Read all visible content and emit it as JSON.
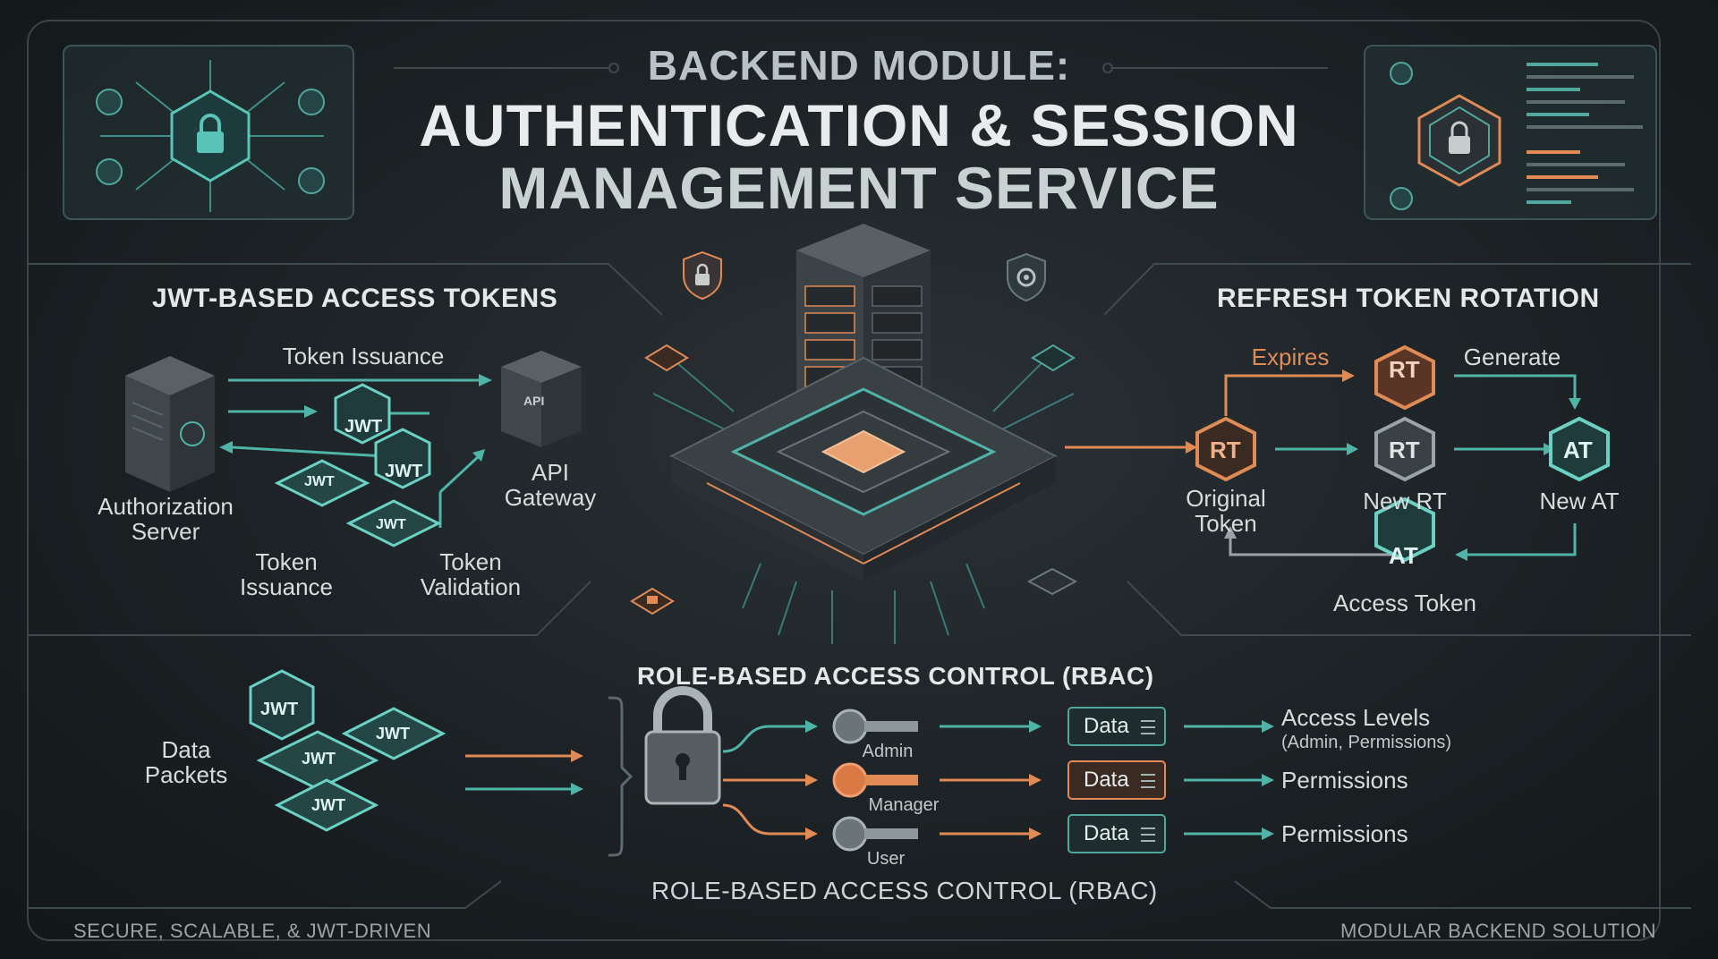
{
  "title": {
    "line1": "BACKEND MODULE:",
    "line2": "AUTHENTICATION & SESSION",
    "line3": "MANAGEMENT  SERVICE"
  },
  "jwt_section": {
    "title": "JWT-BASED ACCESS TOKENS",
    "token_issuance_top": "Token Issuance",
    "auth_server_l1": "Authorization",
    "auth_server_l2": "Server",
    "api_gateway_l1": "API",
    "api_gateway_l2": "Gateway",
    "api_icon_text": "API",
    "token_issuance_l1": "Token",
    "token_issuance_l2": "Issuance",
    "token_validation_l1": "Token",
    "token_validation_l2": "Validation",
    "jwt": "JWT"
  },
  "refresh_section": {
    "title": "REFRESH TOKEN ROTATION",
    "expires": "Expires",
    "generate": "Generate",
    "rt": "RT",
    "at": "AT",
    "original_l1": "Original",
    "original_l2": "Token",
    "new_rt": "New RT",
    "new_at": "New AT",
    "access_token": "Access Token"
  },
  "rbac_section": {
    "title": "ROLE-BASED ACCESS CONTROL (RBAC)",
    "bottom_title": "ROLE-BASED ACCESS CONTROL (RBAC)",
    "data_packets_l1": "Data",
    "data_packets_l2": "Packets",
    "jwt": "JWT",
    "roles": [
      "Admin",
      "Manager",
      "User"
    ],
    "data_label": "Data",
    "results": [
      "Access Levels",
      "Permissions",
      "Permissions"
    ],
    "access_levels_sub": "(Admin, Permissions)"
  },
  "footer": {
    "left": "SECURE, SCALABLE, & JWT-DRIVEN",
    "right": "MODULAR BACKEND SOLUTION"
  },
  "colors": {
    "teal": "#4fb3a8",
    "orange": "#e08a55",
    "background": "#1b2124"
  }
}
